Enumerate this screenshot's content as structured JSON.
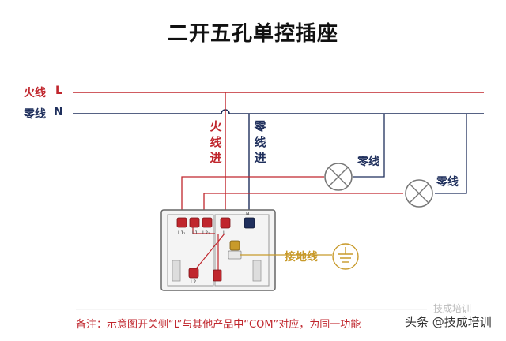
{
  "title": "二开五孔单控插座",
  "lines": {
    "live_label": "火线",
    "live_letter": "L",
    "neutral_label": "零线",
    "neutral_letter": "N"
  },
  "vertical_labels": {
    "live_in": "火线进",
    "neutral_in": "零线进"
  },
  "lamps": [
    {
      "label": "零线"
    },
    {
      "label": "零线"
    }
  ],
  "terminals": [
    "L1₁",
    "L1",
    "L2₁",
    "L",
    "N",
    "L2"
  ],
  "earth_label": "接地线",
  "note": "备注：示意图开关侧“L”与其他产品中“COM”对应，为同一功能",
  "watermark": "头条 @技成培训",
  "watermark_faint": "技成培训",
  "colors": {
    "live": "#c0262d",
    "neutral": "#1f2f5c",
    "earth": "#c89a2a",
    "socket_frame": "#555555"
  }
}
